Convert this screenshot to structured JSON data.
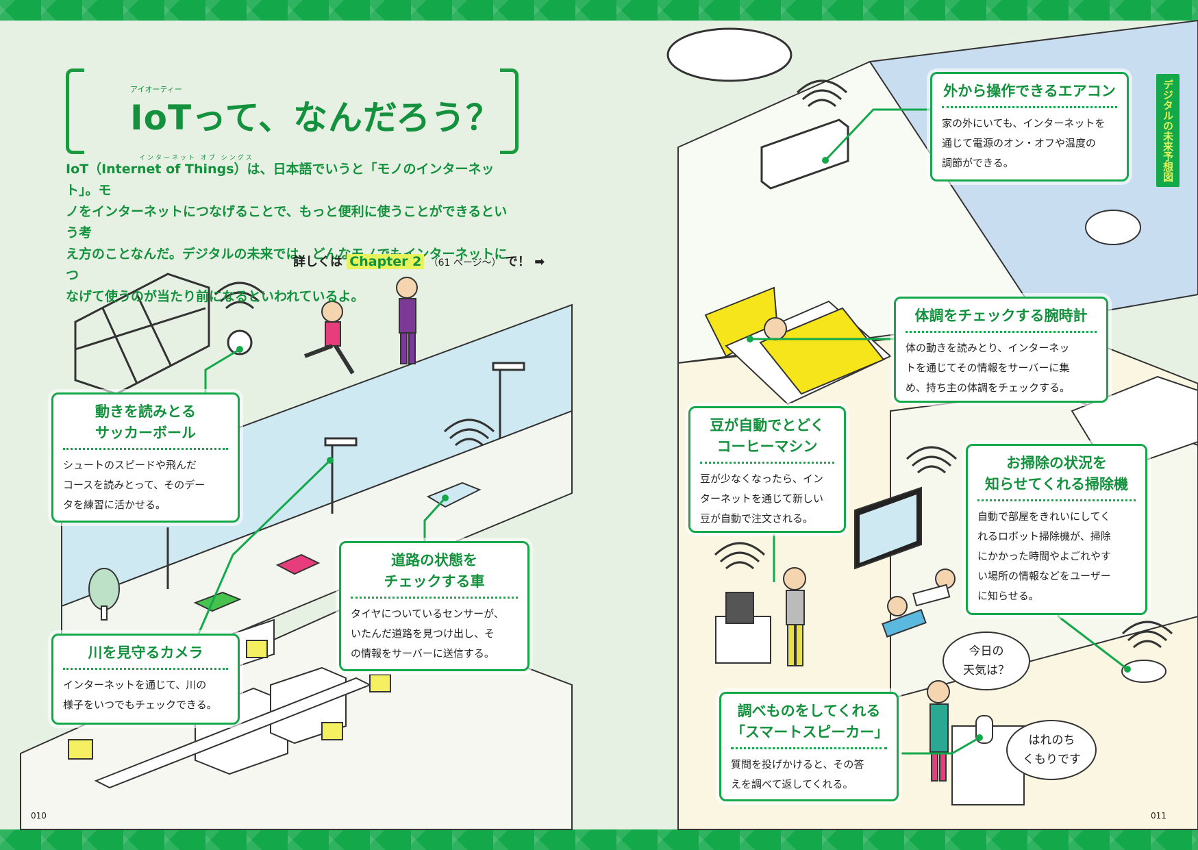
{
  "title": "IoTって、なんだろう？",
  "title_ruby": "アイオーティー",
  "subtitle_ruby": "インターネット オブ シングス",
  "intro": [
    "IoT（Internet of Things）は、日本語でいうと「モノのインターネット」。モ",
    "ノをインターネットにつなげることで、もっと便利に使うことができるという考",
    "え方のことなんだ。デジタルの未来では、どんなモノでもインターネットにつ",
    "なげて使うのが当たり前になるといわれているよ。"
  ],
  "ref": {
    "prefix": "詳しくは",
    "chapter": "Chapter 2",
    "pages": "（61 ページ～）",
    "suffix": "で！",
    "arrow": "➡"
  },
  "side_tab": "デジタルの未来予想図",
  "page_left": "010",
  "page_right": "011",
  "boxes": {
    "ball": {
      "title1": "動きを読みとる",
      "title2": "サッカーボール",
      "body": [
        "シュートのスピードや飛んだ",
        "コースを読みとって、そのデー",
        "タを練習に活かせる。"
      ]
    },
    "road": {
      "title1": "道路の状態を",
      "title2": "チェックする車",
      "body": [
        "タイヤについているセンサーが、",
        "いたんだ道路を見つけ出し、そ",
        "の情報をサーバーに送信する。"
      ]
    },
    "camera": {
      "title1": "川を見守るカメラ",
      "body": [
        "インターネットを通じて、川の",
        "様子をいつでもチェックできる。"
      ]
    },
    "aircon": {
      "title1": "外から操作できるエアコン",
      "body": [
        "家の外にいても、インターネットを",
        "通じて電源のオン・オフや温度の",
        "調節ができる。"
      ]
    },
    "watch": {
      "title1": "体調をチェックする腕時計",
      "body": [
        "体の動きを読みとり、インターネッ",
        "トを通じてその情報をサーバーに集",
        "め、持ち主の体調をチェックする。"
      ]
    },
    "coffee": {
      "title1": "豆が自動でとどく",
      "title2": "コーヒーマシン",
      "body": [
        "豆が少なくなったら、イン",
        "ターネットを通じて新しい",
        "豆が自動で注文される。"
      ]
    },
    "vacuum": {
      "title1": "お掃除の状況を",
      "title2": "知らせてくれる掃除機",
      "body": [
        "自動で部屋をきれいにしてく",
        "れるロボット掃除機が、掃除",
        "にかかった時間やよごれやす",
        "い場所の情報などをユーザー",
        "に知らせる。"
      ]
    },
    "speaker": {
      "title1": "調べものをしてくれる",
      "title2": "「スマートスピーカー」",
      "body": [
        "質問を投げかけると、その答",
        "えを調べて返してくれる。"
      ]
    }
  },
  "bubbles": {
    "q1": "今日の",
    "q2": "天気は？",
    "a1": "はれのち",
    "a2": "くもりです"
  },
  "colors": {
    "green": "#13a84a",
    "dark_green": "#13913d",
    "yellow": "#e6f35a",
    "river": "#cfe9f3",
    "floor": "#faf6e1"
  }
}
